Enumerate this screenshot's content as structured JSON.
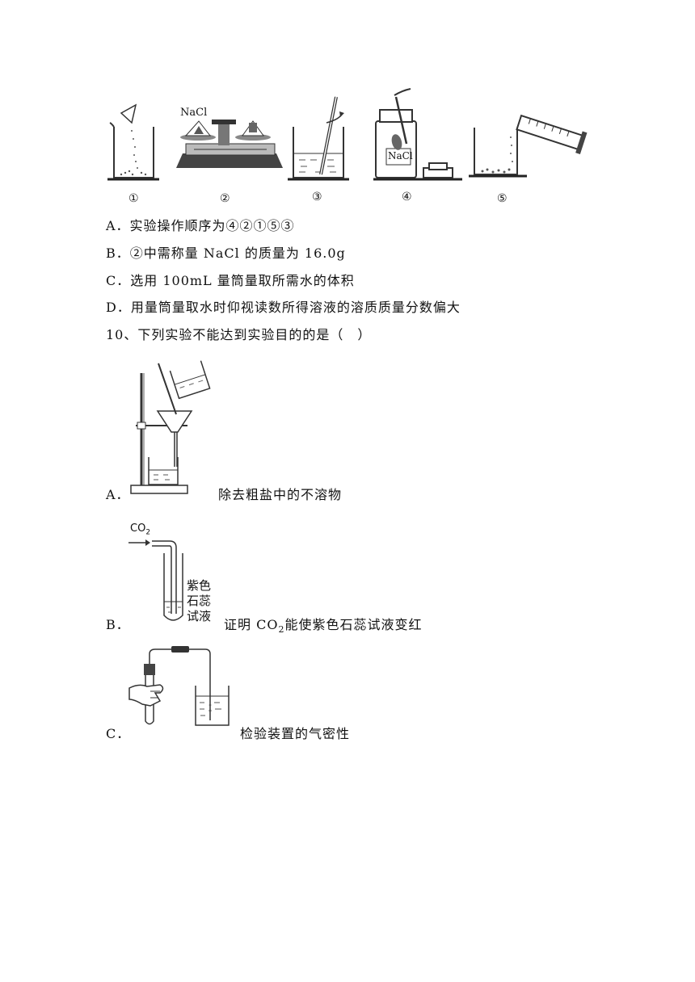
{
  "figure_top": {
    "labels": [
      "①",
      "②",
      "③",
      "④",
      "⑤"
    ],
    "balance_label": "NaCl",
    "jar_label": "NaCl"
  },
  "options_q9": [
    "A．实验操作顺序为④②①⑤③",
    "B．②中需称量 NaCl 的质量为 16.0g",
    "C．选用 100mL 量筒量取所需水的体积",
    "D．用量筒量取水时仰视读数所得溶液的溶质质量分数偏大"
  ],
  "question10": "10、下列实验不能达到实验目的的是（　）",
  "options_q10": {
    "A": {
      "letter": "A．",
      "text": "除去粗盐中的不溶物"
    },
    "B": {
      "letter": "B．",
      "text_pre": "证明 CO",
      "sub": "2",
      "text_post": "能使紫色石蕊试液变红",
      "co2_label": "CO2",
      "co2_main": "CO",
      "co2_sub": "2",
      "tube_label_lines": [
        "紫色",
        "石蕊",
        "试液"
      ]
    },
    "C": {
      "letter": "C．",
      "text": "检验装置的气密性"
    }
  }
}
